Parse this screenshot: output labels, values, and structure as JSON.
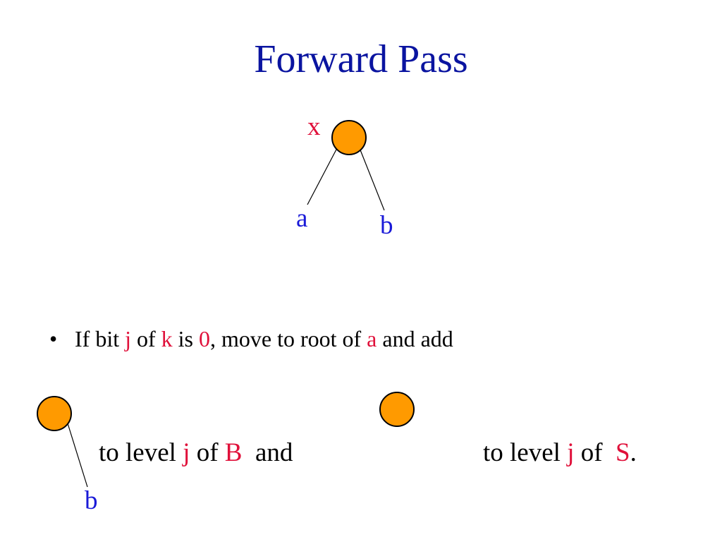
{
  "title": "Forward Pass",
  "colors": {
    "title": "#0a14a0",
    "node_fill": "#ff9a00",
    "highlight_red": "#e0103a",
    "highlight_blue": "#1a1ad8"
  },
  "tree": {
    "root_label": "x",
    "left_child_label": "a",
    "right_child_label": "b"
  },
  "bullet": {
    "marker": "•",
    "parts": {
      "p1": "If bit ",
      "j": "j",
      "p2": " of  ",
      "k": "k",
      "p3": " is ",
      "zero": "0",
      "p4": ", move to root of ",
      "a": "a",
      "p5": " and add"
    }
  },
  "small_tree": {
    "child_label": "b"
  },
  "line_left": {
    "p1": "to level ",
    "j": "j",
    "p2": " of ",
    "B": "B",
    "p3": "  and"
  },
  "line_right": {
    "p1": "to level ",
    "j": "j",
    "p2": " of  ",
    "S": "S",
    "p3": "."
  }
}
